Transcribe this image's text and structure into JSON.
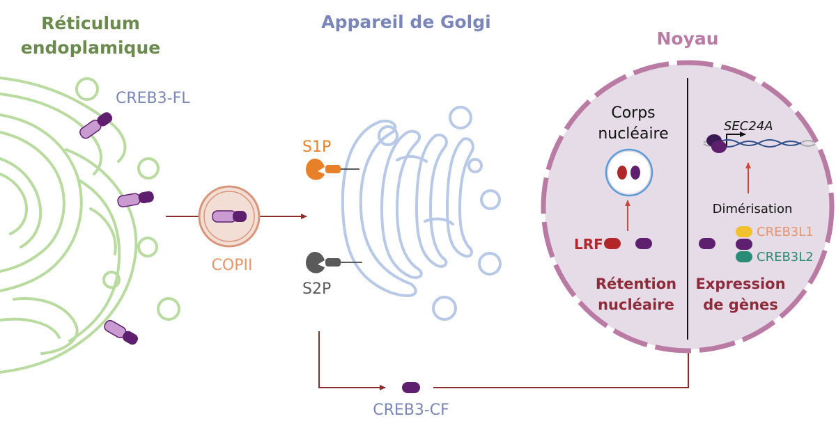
{
  "organelles": {
    "er": {
      "title_line1": "Réticulum",
      "title_line2": "endoplamique"
    },
    "golgi": {
      "title": "Appareil de Golgi"
    },
    "nucleus": {
      "title": "Noyau"
    }
  },
  "proteins": {
    "creb3_fl": "CREB3-FL",
    "copii": "COPII",
    "s1p": "S1P",
    "s2p": "S2P",
    "creb3_cf": "CREB3-CF",
    "creb3l1": "CREB3L1",
    "creb3l2": "CREB3L2",
    "lrf": "LRF"
  },
  "nucleus_panel": {
    "corps_line1": "Corps",
    "corps_line2": "nucléaire",
    "gene": "SEC24A",
    "dimerisation": "Dimérisation",
    "retention_line1": "Rétention",
    "retention_line2": "nucléaire",
    "expression_line1": "Expression",
    "expression_line2": "de gènes"
  },
  "colors": {
    "er_green": "#6b8a4e",
    "er_membrane": "#b9dba0",
    "golgi_blue": "#7b86b8",
    "golgi_membrane": "#b7c9e6",
    "nucleus_pink": "#b97aa3",
    "nucleus_fill": "#e6dce8",
    "arrow_brown": "#8c2b2b",
    "copii_orange": "#e8956a",
    "s1p_orange": "#e8802a",
    "s2p_gray": "#5a5a5a",
    "protein_purple": "#5e1f6e",
    "protein_light": "#c99bd0",
    "lrf_red": "#b2262a",
    "creb3l1_yellow": "#f2c12e",
    "creb3l2_green": "#2a8c76",
    "dark_red_text": "#8e2b3a"
  }
}
